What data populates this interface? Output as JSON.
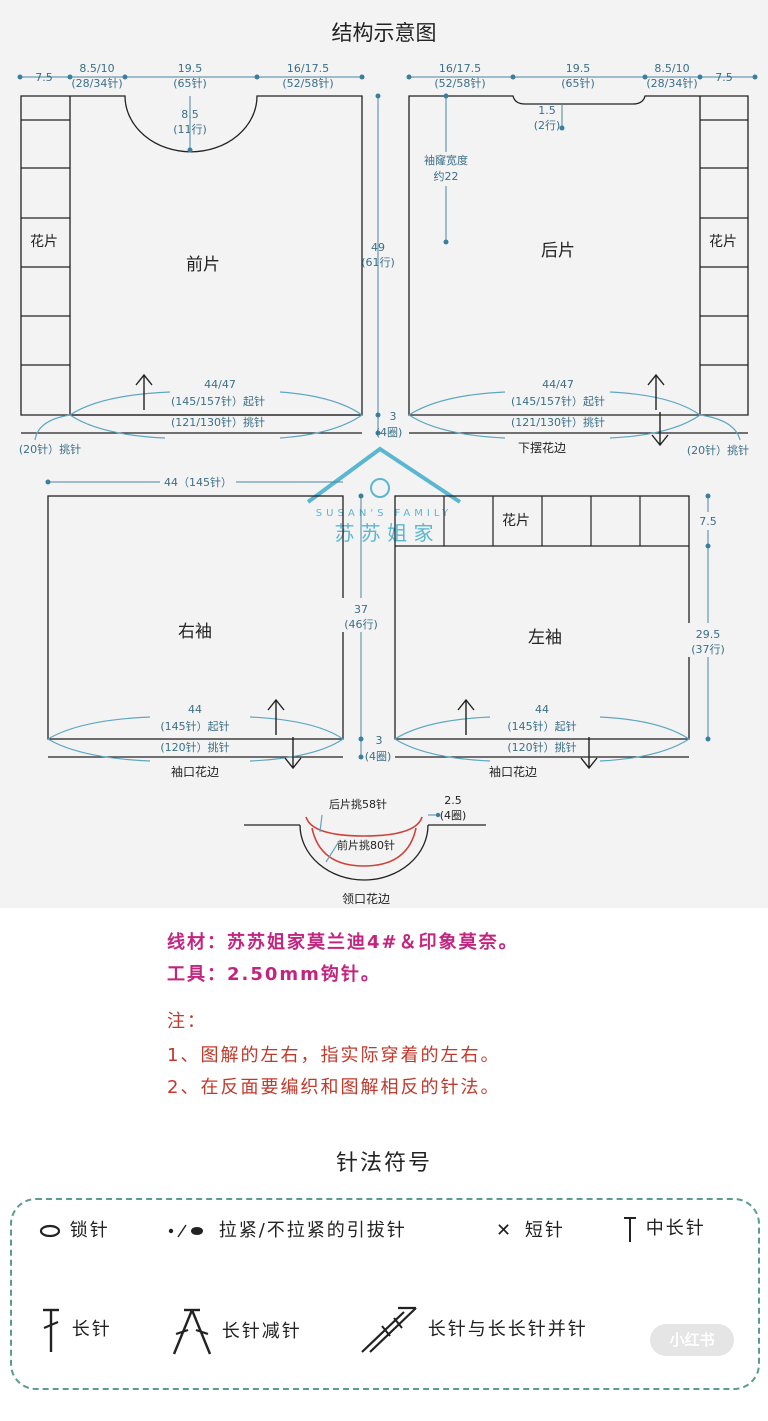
{
  "diagram": {
    "title": "结构示意图",
    "front": {
      "label": "前片",
      "side_motif": "花片",
      "top_left_width": "7.5",
      "top_shoulder": "8.5/10",
      "top_shoulder_sts": "(28/34针)",
      "neck_width": "19.5",
      "neck_sts": "(65针)",
      "neck_depth": "8.5",
      "neck_rows": "(11行)",
      "top_right": "16/17.5",
      "top_right_sts": "(52/58针)",
      "bottom_width": "44/47",
      "bottom_chain": "(145/157针）起针",
      "bottom_pick": "(121/130针）挑针",
      "side_pick": "(20针）挑针"
    },
    "back": {
      "label": "后片",
      "side_motif": "花片",
      "top_left": "16/17.5",
      "top_left_sts": "(52/58针)",
      "neck_width": "19.5",
      "neck_sts": "(65针)",
      "neck_depth": "1.5",
      "neck_rows": "(2行)",
      "top_shoulder": "8.5/10",
      "top_shoulder_sts": "(28/34针)",
      "top_right_width": "7.5",
      "armhole_label": "袖窿宽度",
      "armhole_value": "约22",
      "bottom_width": "44/47",
      "bottom_chain": "(145/157针）起针",
      "bottom_pick": "(121/130针）挑针",
      "side_pick": "(20针）挑针",
      "hem_label": "下摆花边"
    },
    "body_height": "49",
    "body_rows": "(61行)",
    "hem_height": "3",
    "hem_rounds": "(4圈)",
    "watermark_en": "SUSAN'S FAMILY",
    "watermark_cn": "苏 苏 姐 家",
    "right_sleeve": {
      "label": "右袖",
      "top_width": "44（145针）",
      "height": "37",
      "rows": "(46行)",
      "bottom_width": "44",
      "bottom_chain": "(145针）起针",
      "bottom_pick": "(120针）挑针",
      "cuff_height": "3",
      "cuff_rounds": "(4圈)",
      "cuff_label": "袖口花边"
    },
    "left_sleeve": {
      "label": "左袖",
      "motif": "花片",
      "motif_height": "7.5",
      "height": "29.5",
      "rows": "(37行)",
      "bottom_width": "44",
      "bottom_chain": "(145针）起针",
      "bottom_pick": "(120针）挑针",
      "cuff_label": "袖口花边"
    },
    "neckband": {
      "back_pick": "后片挑58针",
      "front_pick": "前片挑80针",
      "height": "2.5",
      "rounds": "(4圈)",
      "label": "领口花边"
    }
  },
  "info": {
    "material": "线材：苏苏姐家莫兰迪4#＆印象莫奈。",
    "tool": "工具：2.50mm钩针。",
    "note_title": "注：",
    "note1": "1、图解的左右，指实际穿着的左右。",
    "note2": "2、在反面要编织和图解相反的针法。",
    "color_info": "#c2257f",
    "color_note": "#c0392b"
  },
  "legend": {
    "title": "针法符号",
    "items": [
      {
        "icon": "chain-stitch-icon",
        "label": "锁针"
      },
      {
        "icon": "slip-stitch-icon",
        "label": "拉紧/不拉紧的引拔针"
      },
      {
        "icon": "single-crochet-icon",
        "label": "短针"
      },
      {
        "icon": "half-double-crochet-icon",
        "label": "中长针"
      },
      {
        "icon": "double-crochet-icon",
        "label": "长针"
      },
      {
        "icon": "dc-decrease-icon",
        "label": "长针减针"
      },
      {
        "icon": "dc-tr-together-icon",
        "label": "长针与长长针并针"
      }
    ],
    "badge": "小红书"
  }
}
